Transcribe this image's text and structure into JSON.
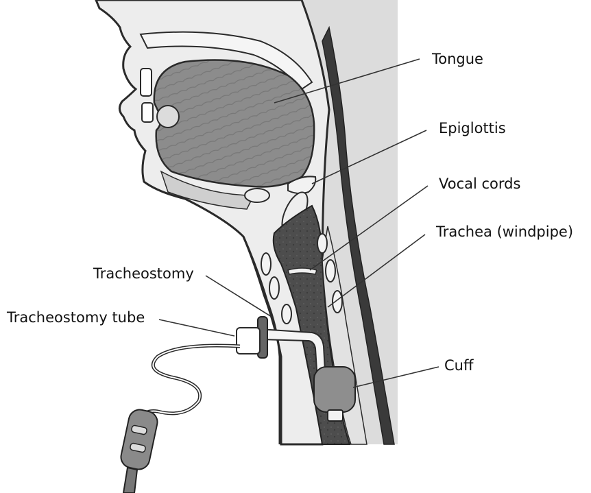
{
  "labels": {
    "tongue": "Tongue",
    "epiglottis": "Epiglottis",
    "vocal_cords": "Vocal cords",
    "trachea": "Trachea (windpipe)",
    "tracheostomy": "Tracheostomy",
    "tracheostomy_tube": "Tracheostomy tube",
    "cuff": "Cuff"
  },
  "colors": {
    "background": "#ffffff",
    "neck_back": "#dcdcdc",
    "soft_tissue": "#e9e9e9",
    "tongue": "#8a8a8a",
    "airway": "#4a4a4a",
    "outline": "#2a2a2a",
    "leader_line": "#333333"
  }
}
